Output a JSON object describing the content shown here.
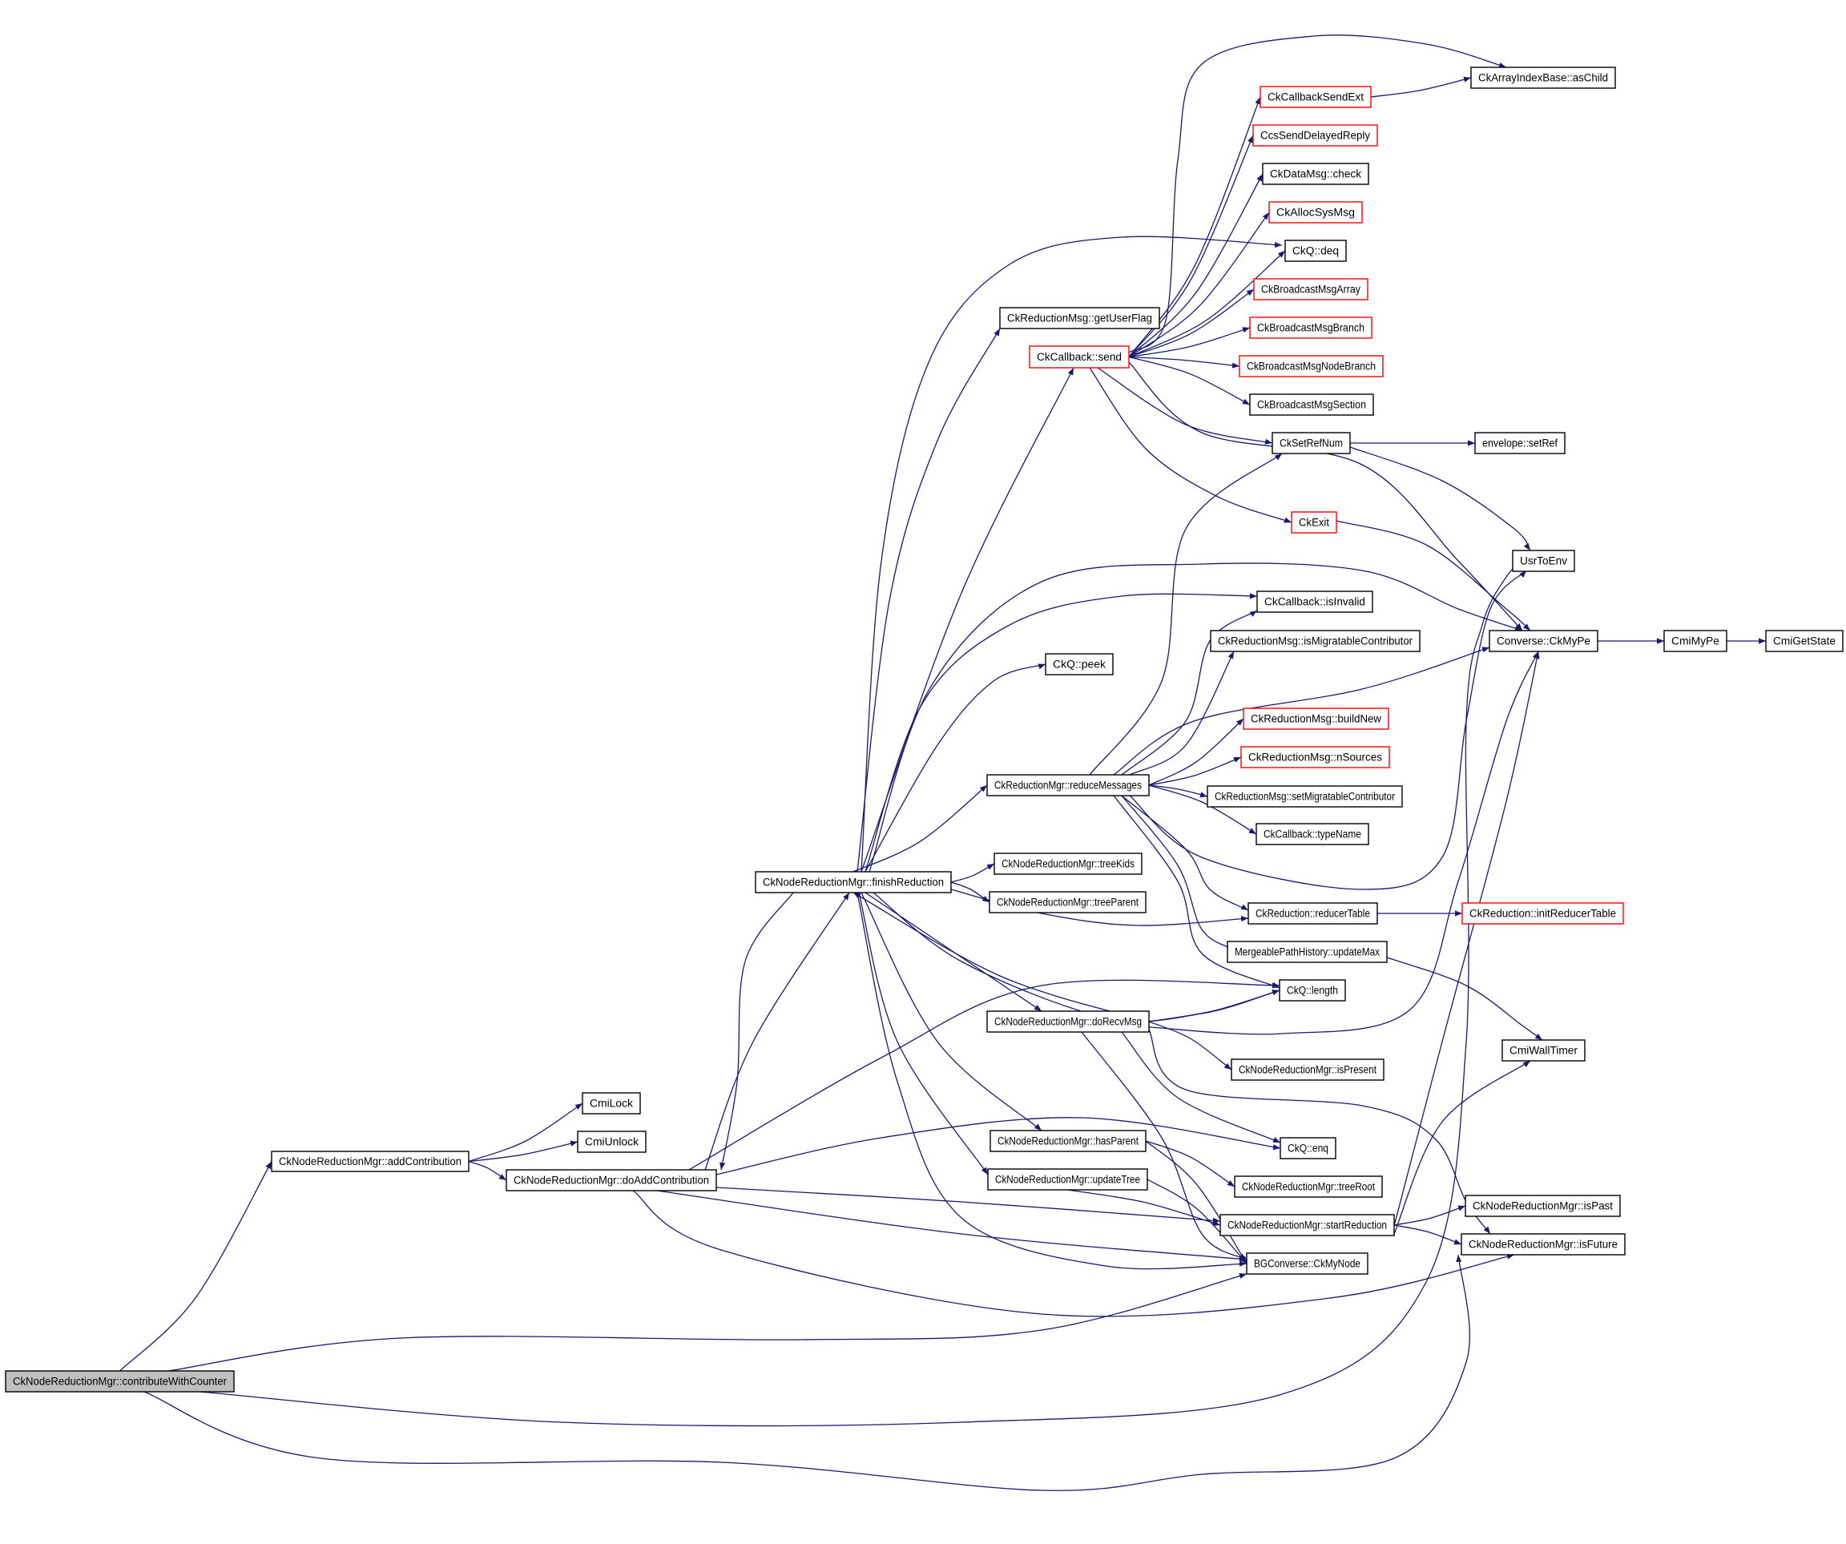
{
  "diagram": {
    "type": "call-graph",
    "root": "contributeWithCounter",
    "colors": {
      "edge": "#191970",
      "border_normal": "#000000",
      "border_truncated": "#ff0000",
      "root_fill": "#bfbfbf",
      "node_fill": "#ffffff"
    },
    "nodes": [
      {
        "id": "contributeWithCounter",
        "label": "CkNodeReductionMgr::contributeWithCounter",
        "style": "root"
      },
      {
        "id": "addContribution",
        "label": "CkNodeReductionMgr::addContribution",
        "style": "normal"
      },
      {
        "id": "CmiLock",
        "label": "CmiLock",
        "style": "normal"
      },
      {
        "id": "CmiUnlock",
        "label": "CmiUnlock",
        "style": "normal"
      },
      {
        "id": "doAddContribution",
        "label": "CkNodeReductionMgr::doAddContribution",
        "style": "normal"
      },
      {
        "id": "finishReduction",
        "label": "CkNodeReductionMgr::finishReduction",
        "style": "normal"
      },
      {
        "id": "getUserFlag",
        "label": "CkReductionMsg::getUserFlag",
        "style": "normal"
      },
      {
        "id": "cbSend",
        "label": "CkCallback::send",
        "style": "truncated"
      },
      {
        "id": "CkCallbackSendExt",
        "label": "CkCallbackSendExt",
        "style": "truncated"
      },
      {
        "id": "asChild",
        "label": "CkArrayIndexBase::asChild",
        "style": "normal"
      },
      {
        "id": "CcsSendDelayedReply",
        "label": "CcsSendDelayedReply",
        "style": "truncated"
      },
      {
        "id": "dataMsgCheck",
        "label": "CkDataMsg::check",
        "style": "normal"
      },
      {
        "id": "CkAllocSysMsg",
        "label": "CkAllocSysMsg",
        "style": "truncated"
      },
      {
        "id": "deq",
        "label": "CkQ::deq",
        "style": "normal"
      },
      {
        "id": "bcArray",
        "label": "CkBroadcastMsgArray",
        "style": "truncated"
      },
      {
        "id": "bcBranch",
        "label": "CkBroadcastMsgBranch",
        "style": "truncated"
      },
      {
        "id": "bcNodeBranch",
        "label": "CkBroadcastMsgNodeBranch",
        "style": "truncated"
      },
      {
        "id": "bcSection",
        "label": "CkBroadcastMsgSection",
        "style": "normal"
      },
      {
        "id": "CkSetRefNum",
        "label": "CkSetRefNum",
        "style": "normal"
      },
      {
        "id": "setRef",
        "label": "envelope::setRef",
        "style": "normal"
      },
      {
        "id": "CkExit",
        "label": "CkExit",
        "style": "truncated"
      },
      {
        "id": "UsrToEnv",
        "label": "UsrToEnv",
        "style": "normal"
      },
      {
        "id": "isInvalid",
        "label": "CkCallback::isInvalid",
        "style": "normal"
      },
      {
        "id": "isMigratable",
        "label": "CkReductionMsg::isMigratableContributor",
        "style": "normal"
      },
      {
        "id": "CkMyPe",
        "label": "Converse::CkMyPe",
        "style": "normal"
      },
      {
        "id": "CmiMyPe",
        "label": "CmiMyPe",
        "style": "normal"
      },
      {
        "id": "CmiGetState",
        "label": "CmiGetState",
        "style": "normal"
      },
      {
        "id": "peek",
        "label": "CkQ::peek",
        "style": "normal"
      },
      {
        "id": "buildNew",
        "label": "CkReductionMsg::buildNew",
        "style": "truncated"
      },
      {
        "id": "nSources",
        "label": "CkReductionMsg::nSources",
        "style": "truncated"
      },
      {
        "id": "reduceMessages",
        "label": "CkReductionMgr::reduceMessages",
        "style": "normal"
      },
      {
        "id": "setMigratable",
        "label": "CkReductionMsg::setMigratableContributor",
        "style": "normal"
      },
      {
        "id": "typeName",
        "label": "CkCallback::typeName",
        "style": "normal"
      },
      {
        "id": "treeKids",
        "label": "CkNodeReductionMgr::treeKids",
        "style": "normal"
      },
      {
        "id": "treeParent",
        "label": "CkNodeReductionMgr::treeParent",
        "style": "normal"
      },
      {
        "id": "reducerTable",
        "label": "CkReduction::reducerTable",
        "style": "normal"
      },
      {
        "id": "initReducerTable",
        "label": "CkReduction::initReducerTable",
        "style": "truncated"
      },
      {
        "id": "updateMax",
        "label": "MergeablePathHistory::updateMax",
        "style": "normal"
      },
      {
        "id": "length",
        "label": "CkQ::length",
        "style": "normal"
      },
      {
        "id": "doRecvMsg",
        "label": "CkNodeReductionMgr::doRecvMsg",
        "style": "normal"
      },
      {
        "id": "CmiWallTimer",
        "label": "CmiWallTimer",
        "style": "normal"
      },
      {
        "id": "isPresent",
        "label": "CkNodeReductionMgr::isPresent",
        "style": "normal"
      },
      {
        "id": "enq",
        "label": "CkQ::enq",
        "style": "normal"
      },
      {
        "id": "hasParent",
        "label": "CkNodeReductionMgr::hasParent",
        "style": "normal"
      },
      {
        "id": "treeRoot",
        "label": "CkNodeReductionMgr::treeRoot",
        "style": "normal"
      },
      {
        "id": "updateTree",
        "label": "CkNodeReductionMgr::updateTree",
        "style": "normal"
      },
      {
        "id": "startReduction",
        "label": "CkNodeReductionMgr::startReduction",
        "style": "normal"
      },
      {
        "id": "isPast",
        "label": "CkNodeReductionMgr::isPast",
        "style": "normal"
      },
      {
        "id": "isFuture",
        "label": "CkNodeReductionMgr::isFuture",
        "style": "normal"
      },
      {
        "id": "CkMyNode",
        "label": "BGConverse::CkMyNode",
        "style": "normal"
      }
    ],
    "edges": [
      [
        "contributeWithCounter",
        "addContribution"
      ],
      [
        "contributeWithCounter",
        "CkMyNode"
      ],
      [
        "contributeWithCounter",
        "startReduction"
      ],
      [
        "contributeWithCounter",
        "isFuture"
      ],
      [
        "addContribution",
        "CmiLock"
      ],
      [
        "addContribution",
        "CmiUnlock"
      ],
      [
        "addContribution",
        "doAddContribution"
      ],
      [
        "doAddContribution",
        "finishReduction"
      ],
      [
        "doAddContribution",
        "enq"
      ],
      [
        "doAddContribution",
        "length"
      ],
      [
        "doAddContribution",
        "startReduction"
      ],
      [
        "doAddContribution",
        "CkMyNode"
      ],
      [
        "doAddContribution",
        "isFuture"
      ],
      [
        "finishReduction",
        "cbSend"
      ],
      [
        "finishReduction",
        "getUserFlag"
      ],
      [
        "finishReduction",
        "deq"
      ],
      [
        "finishReduction",
        "isInvalid"
      ],
      [
        "finishReduction",
        "CkMyPe"
      ],
      [
        "finishReduction",
        "peek"
      ],
      [
        "finishReduction",
        "reduceMessages"
      ],
      [
        "finishReduction",
        "treeKids"
      ],
      [
        "finishReduction",
        "treeParent"
      ],
      [
        "finishReduction",
        "reducerTable"
      ],
      [
        "finishReduction",
        "length"
      ],
      [
        "finishReduction",
        "doRecvMsg"
      ],
      [
        "finishReduction",
        "hasParent"
      ],
      [
        "finishReduction",
        "updateTree"
      ],
      [
        "finishReduction",
        "CkMyNode"
      ],
      [
        "finishReduction",
        "doAddContribution"
      ],
      [
        "cbSend",
        "CkCallbackSendExt"
      ],
      [
        "cbSend",
        "asChild"
      ],
      [
        "cbSend",
        "CcsSendDelayedReply"
      ],
      [
        "cbSend",
        "dataMsgCheck"
      ],
      [
        "cbSend",
        "CkAllocSysMsg"
      ],
      [
        "cbSend",
        "deq"
      ],
      [
        "cbSend",
        "bcArray"
      ],
      [
        "cbSend",
        "bcBranch"
      ],
      [
        "cbSend",
        "bcNodeBranch"
      ],
      [
        "cbSend",
        "bcSection"
      ],
      [
        "cbSend",
        "CkSetRefNum"
      ],
      [
        "cbSend",
        "CkExit"
      ],
      [
        "cbSend",
        "CkMyPe"
      ],
      [
        "CkCallbackSendExt",
        "asChild"
      ],
      [
        "CkSetRefNum",
        "setRef"
      ],
      [
        "CkSetRefNum",
        "UsrToEnv"
      ],
      [
        "CkExit",
        "CkMyPe"
      ],
      [
        "CkMyPe",
        "CmiMyPe"
      ],
      [
        "CmiMyPe",
        "CmiGetState"
      ],
      [
        "reduceMessages",
        "isInvalid"
      ],
      [
        "reduceMessages",
        "isMigratable"
      ],
      [
        "reduceMessages",
        "CkMyPe"
      ],
      [
        "reduceMessages",
        "buildNew"
      ],
      [
        "reduceMessages",
        "nSources"
      ],
      [
        "reduceMessages",
        "setMigratable"
      ],
      [
        "reduceMessages",
        "typeName"
      ],
      [
        "reduceMessages",
        "reducerTable"
      ],
      [
        "reduceMessages",
        "updateMax"
      ],
      [
        "reduceMessages",
        "length"
      ],
      [
        "reduceMessages",
        "CkSetRefNum"
      ],
      [
        "reduceMessages",
        "UsrToEnv"
      ],
      [
        "reducerTable",
        "initReducerTable"
      ],
      [
        "updateMax",
        "CmiWallTimer"
      ],
      [
        "doRecvMsg",
        "finishReduction"
      ],
      [
        "doRecvMsg",
        "length"
      ],
      [
        "doRecvMsg",
        "isPresent"
      ],
      [
        "doRecvMsg",
        "enq"
      ],
      [
        "doRecvMsg",
        "CkMyNode"
      ],
      [
        "doRecvMsg",
        "CkMyPe"
      ],
      [
        "doRecvMsg",
        "isFuture"
      ],
      [
        "hasParent",
        "treeRoot"
      ],
      [
        "hasParent",
        "CkMyNode"
      ],
      [
        "updateTree",
        "startReduction"
      ],
      [
        "updateTree",
        "CkMyNode"
      ],
      [
        "startReduction",
        "isPast"
      ],
      [
        "startReduction",
        "isFuture"
      ],
      [
        "startReduction",
        "CkMyPe"
      ],
      [
        "startReduction",
        "CmiWallTimer"
      ]
    ]
  }
}
